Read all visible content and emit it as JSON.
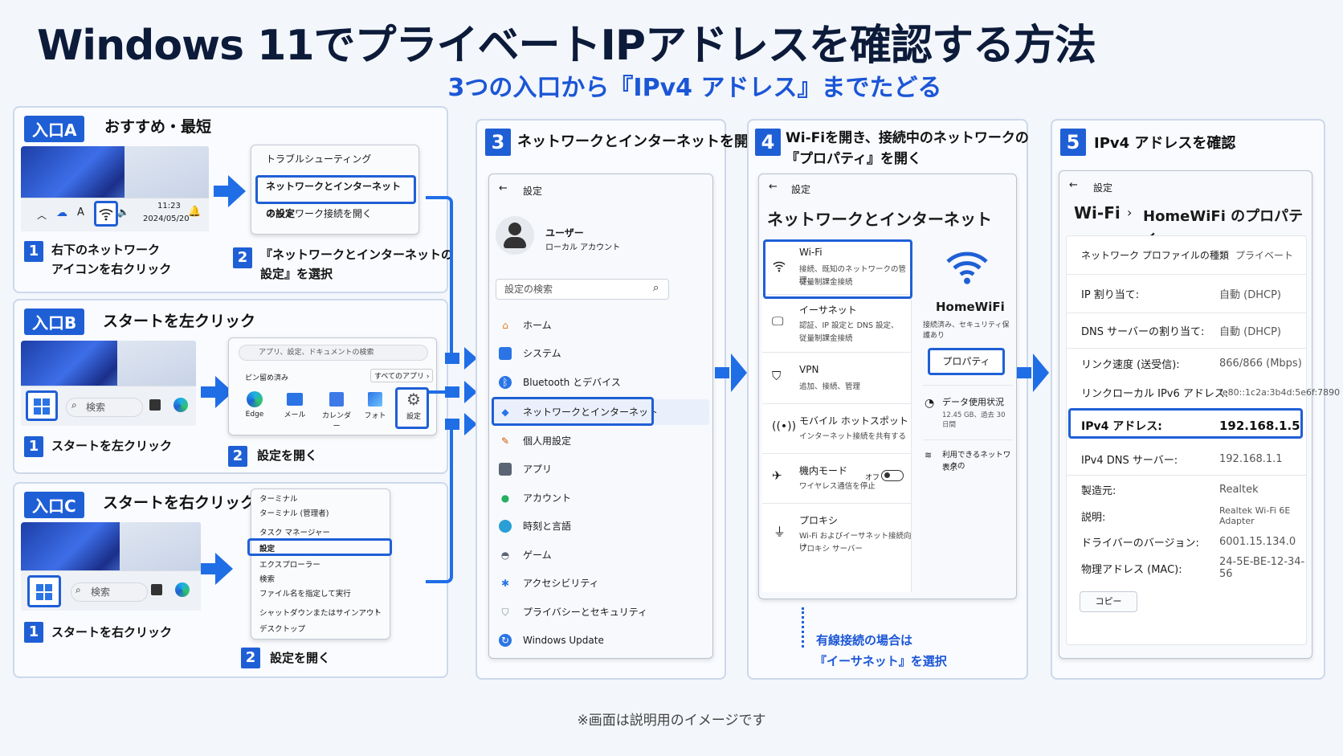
{
  "header": {
    "title": "Windows 11でプライベートIPアドレスを確認する方法",
    "subtitle": "3つの入口から『IPv4 アドレス』までたどる"
  },
  "entryA": {
    "badge": "入口A",
    "title": "おすすめ・最短",
    "tray_time": "11:23",
    "tray_date": "2024/05/20",
    "tray_a": "A",
    "menu": [
      "トラブルシューティング",
      "ネットワークとインターネットの設定",
      "ネットワーク接続を開く"
    ],
    "step1_num": "1",
    "step1_line1": "右下のネットワーク",
    "step1_line2": "アイコンを右クリック",
    "step2_num": "2",
    "step2_line1": "『ネットワークとインターネットの",
    "step2_line2": "設定』を選択"
  },
  "entryB": {
    "badge": "入口B",
    "title": "スタートを左クリック",
    "search": "検索",
    "start_search": "アプリ、設定、ドキュメントの検索",
    "pinned": "ピン留め済み",
    "all_apps": "すべてのアプリ ›",
    "apps": [
      "Edge",
      "メール",
      "カレンダー",
      "フォト",
      "設定"
    ],
    "step1_num": "1",
    "step1": "スタートを左クリック",
    "step2_num": "2",
    "step2": "設定を開く"
  },
  "entryC": {
    "badge": "入口C",
    "title": "スタートを右クリック",
    "search": "検索",
    "menu": [
      "ターミナル",
      "ターミナル (管理者)",
      "タスク マネージャー",
      "設定",
      "エクスプローラー",
      "検索",
      "ファイル名を指定して実行",
      "シャットダウンまたはサインアウト",
      "デスクトップ"
    ],
    "menu_arrow": "›",
    "step1_num": "1",
    "step1": "スタートを右クリック",
    "step2_num": "2",
    "step2": "設定を開く"
  },
  "step3": {
    "num": "3",
    "title": "ネットワークとインターネットを開く",
    "win_title": "設定",
    "user_name": "ユーザー",
    "user_sub": "ローカル アカウント",
    "search": "設定の検索",
    "nav": [
      "ホーム",
      "システム",
      "Bluetooth とデバイス",
      "ネットワークとインターネット",
      "個人用設定",
      "アプリ",
      "アカウント",
      "時刻と言語",
      "ゲーム",
      "アクセシビリティ",
      "プライバシーとセキュリティ",
      "Windows Update"
    ]
  },
  "step4": {
    "num": "4",
    "title_line1": "Wi-Fiを開き、接続中のネットワークの",
    "title_line2": "『プロパティ』を開く",
    "win_title": "設定",
    "page_title": "ネットワークとインターネット",
    "items": [
      {
        "name": "Wi-Fi",
        "desc1": "接続、既知のネットワークの管理、",
        "desc2": "従量制課金接続"
      },
      {
        "name": "イーサネット",
        "desc1": "認証、IP 設定と DNS 設定、",
        "desc2": "従量制課金接続"
      },
      {
        "name": "VPN",
        "desc1": "追加、接続、管理",
        "desc2": ""
      },
      {
        "name": "モバイル ホットスポット",
        "desc1": "インターネット接続を共有する",
        "desc2": ""
      },
      {
        "name": "機内モード",
        "desc1": "ワイヤレス通信を停止",
        "desc2": ""
      },
      {
        "name": "プロキシ",
        "desc1": "Wi-Fi およびイーサネット接続向け",
        "desc2": "プロキシ サーバー"
      }
    ],
    "airplane_state": "オフ",
    "ssid": "HomeWiFi",
    "ssid_status": "接続済み、セキュリティ保護あり",
    "properties_btn": "プロパティ",
    "data_usage": "データ使用状況",
    "data_usage_sub": "12.45 GB、過去 30 日間",
    "available": "利用できるネットワークの",
    "available2": "表示",
    "note1": "有線接続の場合は",
    "note2": "『イーサネット』を選択"
  },
  "step5": {
    "num": "5",
    "title": "IPv4 アドレスを確認",
    "win_title": "設定",
    "crumb1": "Wi-Fi",
    "crumb_sep": "›",
    "crumb2": "HomeWiFi のプロパティ",
    "rows": [
      {
        "k": "ネットワーク プロファイルの種類",
        "v": "プライベート"
      },
      {
        "k": "IP 割り当て:",
        "v": "自動 (DHCP)"
      },
      {
        "k": "DNS サーバーの割り当て:",
        "v": "自動 (DHCP)"
      },
      {
        "k": "リンク速度 (送受信):",
        "v": "866/866 (Mbps)"
      },
      {
        "k": "リンクローカル IPv6 アドレス:",
        "v": "fe80::1c2a:3b4d:5e6f:7890"
      },
      {
        "k": "IPv4 アドレス:",
        "v": "192.168.1.5"
      },
      {
        "k": "IPv4 DNS サーバー:",
        "v": "192.168.1.1"
      },
      {
        "k": "製造元:",
        "v": "Realtek"
      },
      {
        "k": "説明:",
        "v": "Realtek Wi-Fi 6E Adapter"
      },
      {
        "k": "ドライバーのバージョン:",
        "v": "6001.15.134.0"
      },
      {
        "k": "物理アドレス (MAC):",
        "v": "24-5E-BE-12-34-56"
      }
    ],
    "copy_btn": "コピー"
  },
  "footer": "※画面は説明用のイメージです",
  "colors": {
    "accent": "#1f5fd6",
    "arrow": "#1f6ee6",
    "title": "#0d1b3a",
    "subtitle": "#1b56d6"
  }
}
